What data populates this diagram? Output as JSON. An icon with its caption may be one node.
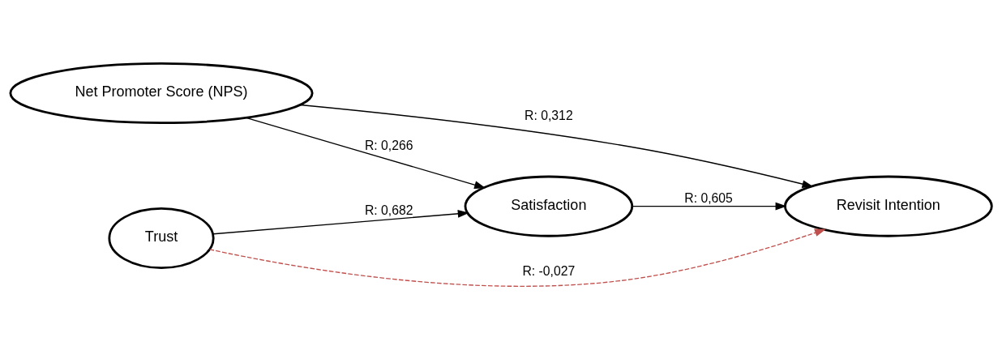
{
  "diagram": {
    "nodes": [
      {
        "text": [
          "Net Promoter Score (NPS)"
        ]
      },
      {
        "text": [
          "Satisfaction"
        ]
      },
      {
        "text": [
          "Revisit Intention"
        ]
      },
      {
        "text": [
          "Trust"
        ]
      }
    ],
    "edges": [
      {
        "from": 0,
        "to": 2,
        "arrow": "to",
        "label": "R: 0,312"
      },
      {
        "from": 0,
        "to": 1,
        "arrow": "to",
        "label": "R: 0,266"
      },
      {
        "from": 1,
        "to": 2,
        "arrow": "to",
        "label": "R: 0,605"
      },
      {
        "from": 3,
        "to": 1,
        "arrow": "to",
        "label": "R: 0,682"
      },
      {
        "from": 3,
        "to": 2,
        "arrow": "to",
        "label": "R: -0,027",
        "style": "dashed",
        "color": "#c0504d"
      }
    ]
  }
}
